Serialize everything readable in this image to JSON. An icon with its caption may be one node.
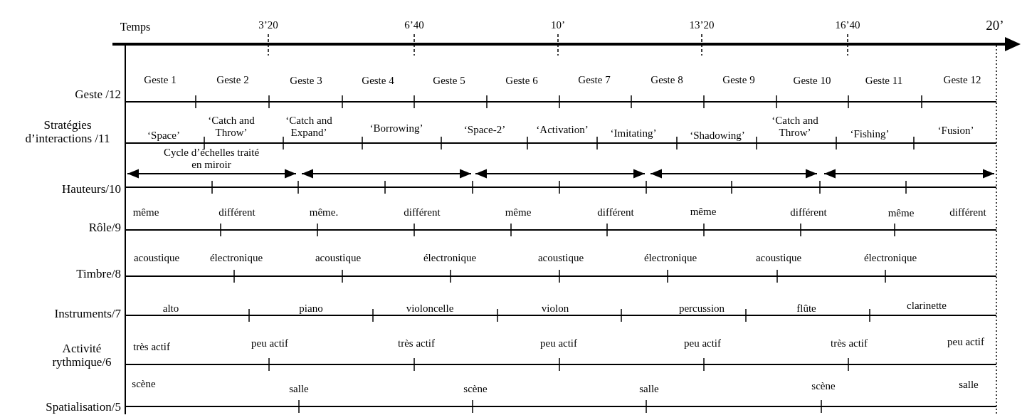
{
  "diagram": {
    "labels": [
      "Temps",
      "3’20",
      "6’40",
      "10’",
      "13’20",
      "16’40",
      "20’",
      "Geste /12",
      "Geste 1",
      "Geste 2",
      "Geste 3",
      "Geste 4",
      "Geste 5",
      "Geste 6",
      "Geste 7",
      "Geste 8",
      "Geste 9",
      "Geste 10",
      "Geste 11",
      "Geste 12",
      "Stratégies d’interactions /11",
      "‘Space’",
      "‘Catch and Throw’",
      "‘Catch and Expand’",
      "‘Borrowing’",
      "‘Space-2’",
      "‘Activation’",
      "‘Imitating’",
      "‘Shadowing’",
      "‘Catch and Throw’",
      "‘Fishing’",
      "‘Fusion’",
      "Hauteurs/10",
      "Cycle d’échelles traité en miroir",
      "Rôle/9",
      "même",
      "différent",
      "même.",
      "différent",
      "même",
      "différent",
      "même",
      "différent",
      "même",
      "différent",
      "Timbre/8",
      "acoustique",
      "électronique",
      "acoustique",
      "électronique",
      "acoustique",
      "électronique",
      "acoustique",
      "électronique",
      "Instruments/7",
      "alto",
      "piano",
      "violoncelle",
      "violon",
      "percussion",
      "flûte",
      "clarinette",
      "Activité rythmique/6",
      "très actif",
      "peu actif",
      "très actif",
      "peu actif",
      "peu actif",
      "très actif",
      "peu actif",
      "Spatialisation/5",
      "scène",
      "salle",
      "scène",
      "salle",
      "scène",
      "salle"
    ]
  }
}
